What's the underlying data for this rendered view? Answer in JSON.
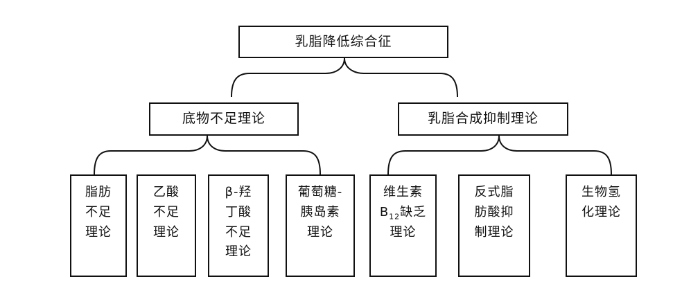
{
  "diagram": {
    "root": {
      "label": "乳脂降低综合征"
    },
    "branches": [
      {
        "label": "底物不足理论"
      },
      {
        "label": "乳脂合成抑制理论"
      }
    ],
    "leaves": [
      {
        "lines": [
          "脂肪",
          "不足",
          "理论"
        ]
      },
      {
        "lines": [
          "乙酸",
          "不足",
          "理论"
        ]
      },
      {
        "lines": [
          "β-羟",
          "丁酸",
          "不足",
          "理论"
        ]
      },
      {
        "lines": [
          "葡萄糖-",
          "胰岛素",
          "理论"
        ]
      },
      {
        "lines": [
          "维生素",
          "B",
          "12",
          "缺乏",
          "理论"
        ]
      },
      {
        "lines": [
          "反式脂",
          "肪酸抑",
          "制理论"
        ]
      },
      {
        "lines": [
          "生物氢",
          "化理论"
        ]
      }
    ]
  }
}
